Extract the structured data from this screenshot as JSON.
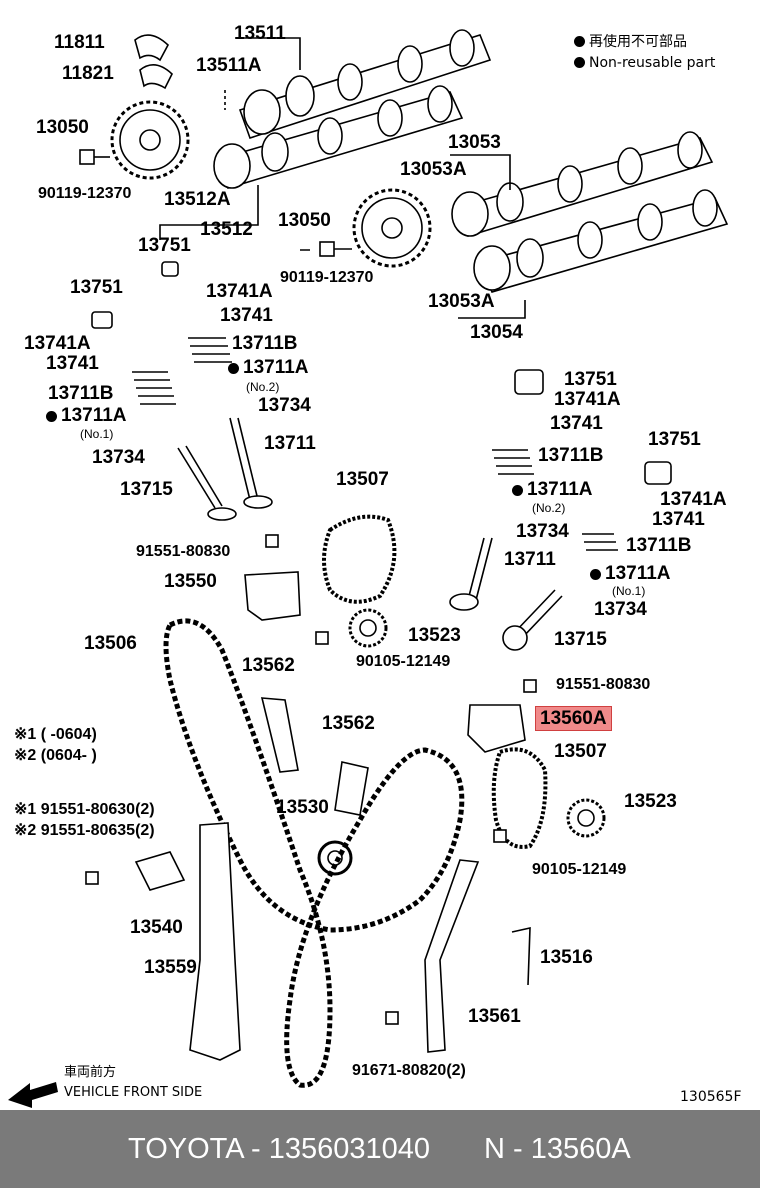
{
  "legend": {
    "non_reusable_ja": "再使用不可部品",
    "non_reusable_en": "Non-reusable part"
  },
  "labels": {
    "l11811": "11811",
    "l11821": "11821",
    "l13511": "13511",
    "l13511a": "13511A",
    "l13050_left": "13050",
    "l90119_left": "90119-12370",
    "l13512a": "13512A",
    "l13512": "13512",
    "l13053": "13053",
    "l13053a_top": "13053A",
    "l13050_right": "13050",
    "l90119_right": "90119-12370",
    "l13053a_bottom": "13053A",
    "l13054": "13054",
    "l13751_a": "13751",
    "l13741a_a": "13741A",
    "l13741_a": "13741",
    "l13711b_a": "13711B",
    "l13711a_a": "13711A",
    "l_no2_a": "(No.2)",
    "l13734_a": "13734",
    "l13711_a": "13711",
    "l13751_b": "13751",
    "l13741a_b": "13741A",
    "l13741_b": "13741",
    "l13711b_b": "13711B",
    "l13711a_b": "13711A",
    "l_no1_b": "(No.1)",
    "l13734_b": "13734",
    "l13715_b": "13715",
    "l13507_top": "13507",
    "l91551_80830_a": "91551-80830",
    "l13550": "13550",
    "l13506": "13506",
    "l13523_top": "13523",
    "l90105_top": "90105-12149",
    "l13562_a": "13562",
    "l13562_b": "13562",
    "l13530": "13530",
    "l13751_c": "13751",
    "l13741a_c": "13741A",
    "l13741_c": "13741",
    "l13711b_c": "13711B",
    "l13711a_c": "13711A",
    "l_no2_c": "(No.2)",
    "l13734_c": "13734",
    "l13711_c": "13711",
    "l13751_d": "13751",
    "l13741a_d": "13741A",
    "l13741_d": "13741",
    "l13711b_d": "13711B",
    "l13711a_d": "13711A",
    "l_no1_d": "(No.1)",
    "l13734_d": "13734",
    "l13715_d": "13715",
    "l91551_80830_b": "91551-80830",
    "l13560a": "13560A",
    "l13507_bottom": "13507",
    "l13523_bottom": "13523",
    "l90105_bottom": "90105-12149",
    "l13540": "13540",
    "l13559": "13559",
    "l13516": "13516",
    "l13561": "13561",
    "l91671": "91671-80820(2)"
  },
  "notes": {
    "n1": "※1 (       -0604)",
    "n2": "※2 (0604-       )",
    "n3": "※1 91551-80630(2)",
    "n4": "※2 91551-80635(2)"
  },
  "front": {
    "ja": "車両前方",
    "en": "VEHICLE FRONT SIDE"
  },
  "diagram_id": "130565F",
  "footer": {
    "brand": "TOYOTA - 1356031040",
    "ref": "N - 13560A"
  }
}
